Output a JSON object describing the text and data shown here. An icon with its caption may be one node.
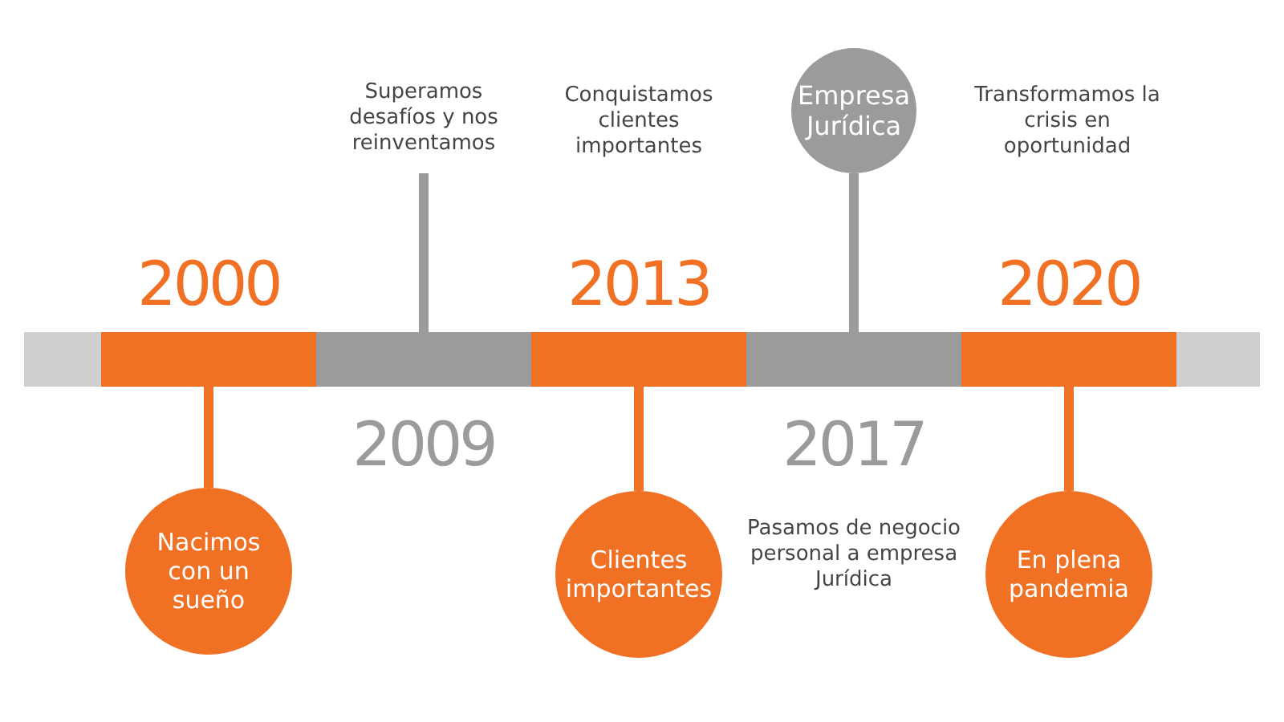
{
  "diagram": {
    "nodes": [
      {
        "text": [],
        "shape": "bar"
      },
      {
        "text": [
          "2000"
        ]
      },
      {
        "text": [
          "2009"
        ]
      },
      {
        "text": [
          "2013"
        ]
      },
      {
        "text": [
          "2017"
        ]
      },
      {
        "text": [
          "2020"
        ]
      },
      {
        "text": [],
        "shape": "bar"
      },
      {
        "text": [
          "Superamos desafíos y nos reinventamos"
        ]
      },
      {
        "text": [
          "Nacimos con un sueño"
        ]
      },
      {
        "text": [
          "Clientes importantes"
        ]
      },
      {
        "text": [
          "Empresa Jurídica"
        ]
      },
      {
        "text": [
          "En plena pandemia"
        ]
      }
    ],
    "edges": [
      {
        "from": 7,
        "to": 2,
        "arrow": "none",
        "color": "#9b9b9b"
      },
      {
        "from": 1,
        "to": 8,
        "arrow": "none"
      },
      {
        "from": 3,
        "to": 9,
        "arrow": "none"
      },
      {
        "from": 10,
        "to": 4,
        "arrow": "none",
        "color": "#9b9b9b"
      },
      {
        "from": 5,
        "to": 11,
        "arrow": "none"
      }
    ],
    "labels": [
      "Conquistamos clientes importantes",
      "Transformamos la crisis en oportunidad",
      "Pasamos de negocio personal a empresa Jurídica"
    ]
  }
}
